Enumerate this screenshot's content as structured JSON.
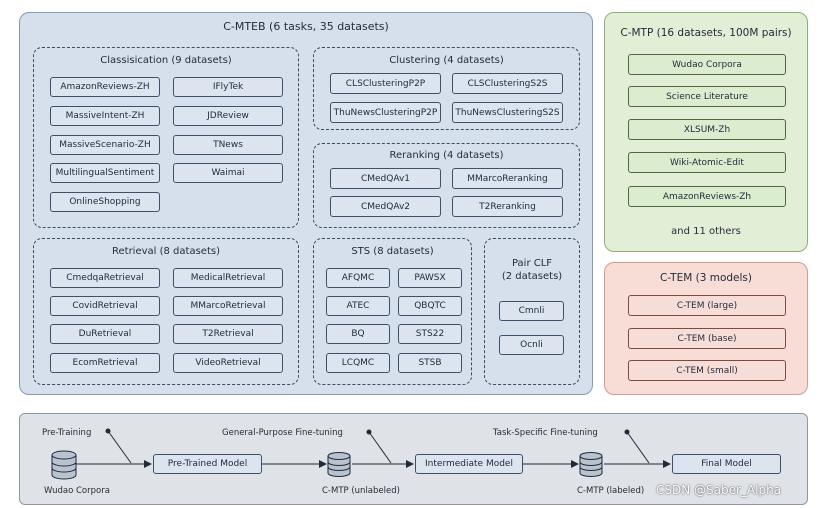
{
  "cmteb": {
    "title": "C-MTEB (6 tasks, 35 datasets)",
    "classification": {
      "title": "Classisication (9 datasets)",
      "left": [
        "AmazonReviews-ZH",
        "MassiveIntent-ZH",
        "MassiveScenario-ZH",
        "MultilingualSentiment",
        "OnlineShopping"
      ],
      "right": [
        "IFlyTek",
        "JDReview",
        "TNews",
        "Waimai"
      ]
    },
    "clustering": {
      "title": "Clustering (4 datasets)",
      "items": [
        "CLSClusteringP2P",
        "CLSClusteringS2S",
        "ThuNewsClusteringP2P",
        "ThuNewsClusteringS2S"
      ]
    },
    "reranking": {
      "title": "Reranking (4 datasets)",
      "items": [
        "CMedQAv1",
        "MMarcoReranking",
        "CMedQAv2",
        "T2Reranking"
      ]
    },
    "retrieval": {
      "title": "Retrieval (8 datasets)",
      "items": [
        "CmedqaRetrieval",
        "MedicalRetrieval",
        "CovidRetrieval",
        "MMarcoRetrieval",
        "DuRetrieval",
        "T2Retrieval",
        "EcomRetrieval",
        "VideoRetrieval"
      ]
    },
    "sts": {
      "title": "STS (8 datasets)",
      "items": [
        "AFQMC",
        "PAWSX",
        "ATEC",
        "QBQTC",
        "BQ",
        "STS22",
        "LCQMC",
        "STSB"
      ]
    },
    "pairclf": {
      "title_line1": "Pair CLF",
      "title_line2": "(2 datasets)",
      "items": [
        "Cmnli",
        "Ocnli"
      ]
    }
  },
  "cmtp": {
    "title": "C-MTP (16 datasets, 100M pairs)",
    "items": [
      "Wudao Corpora",
      "Science Literature",
      "XLSUM-Zh",
      "Wiki-Atomic-Edit",
      "AmazonReviews-Zh"
    ],
    "others": "and 11 others"
  },
  "ctem": {
    "title": "C-TEM (3 models)",
    "items": [
      "C-TEM (large)",
      "C-TEM (base)",
      "C-TEM (small)"
    ]
  },
  "pipeline": {
    "labels": {
      "pretraining": "Pre-Training",
      "general": "General-Purpose Fine-tuning",
      "taskspecific": "Task-Specific Fine-tuning"
    },
    "db1": "Wudao Corpora",
    "db2": "C-MTP (unlabeled)",
    "db3": "C-MTP (labeled)",
    "model1": "Pre-Trained Model",
    "model2": "Intermediate Model",
    "model3": "Final Model"
  },
  "watermark": "CSDN @Saber_Alpha"
}
